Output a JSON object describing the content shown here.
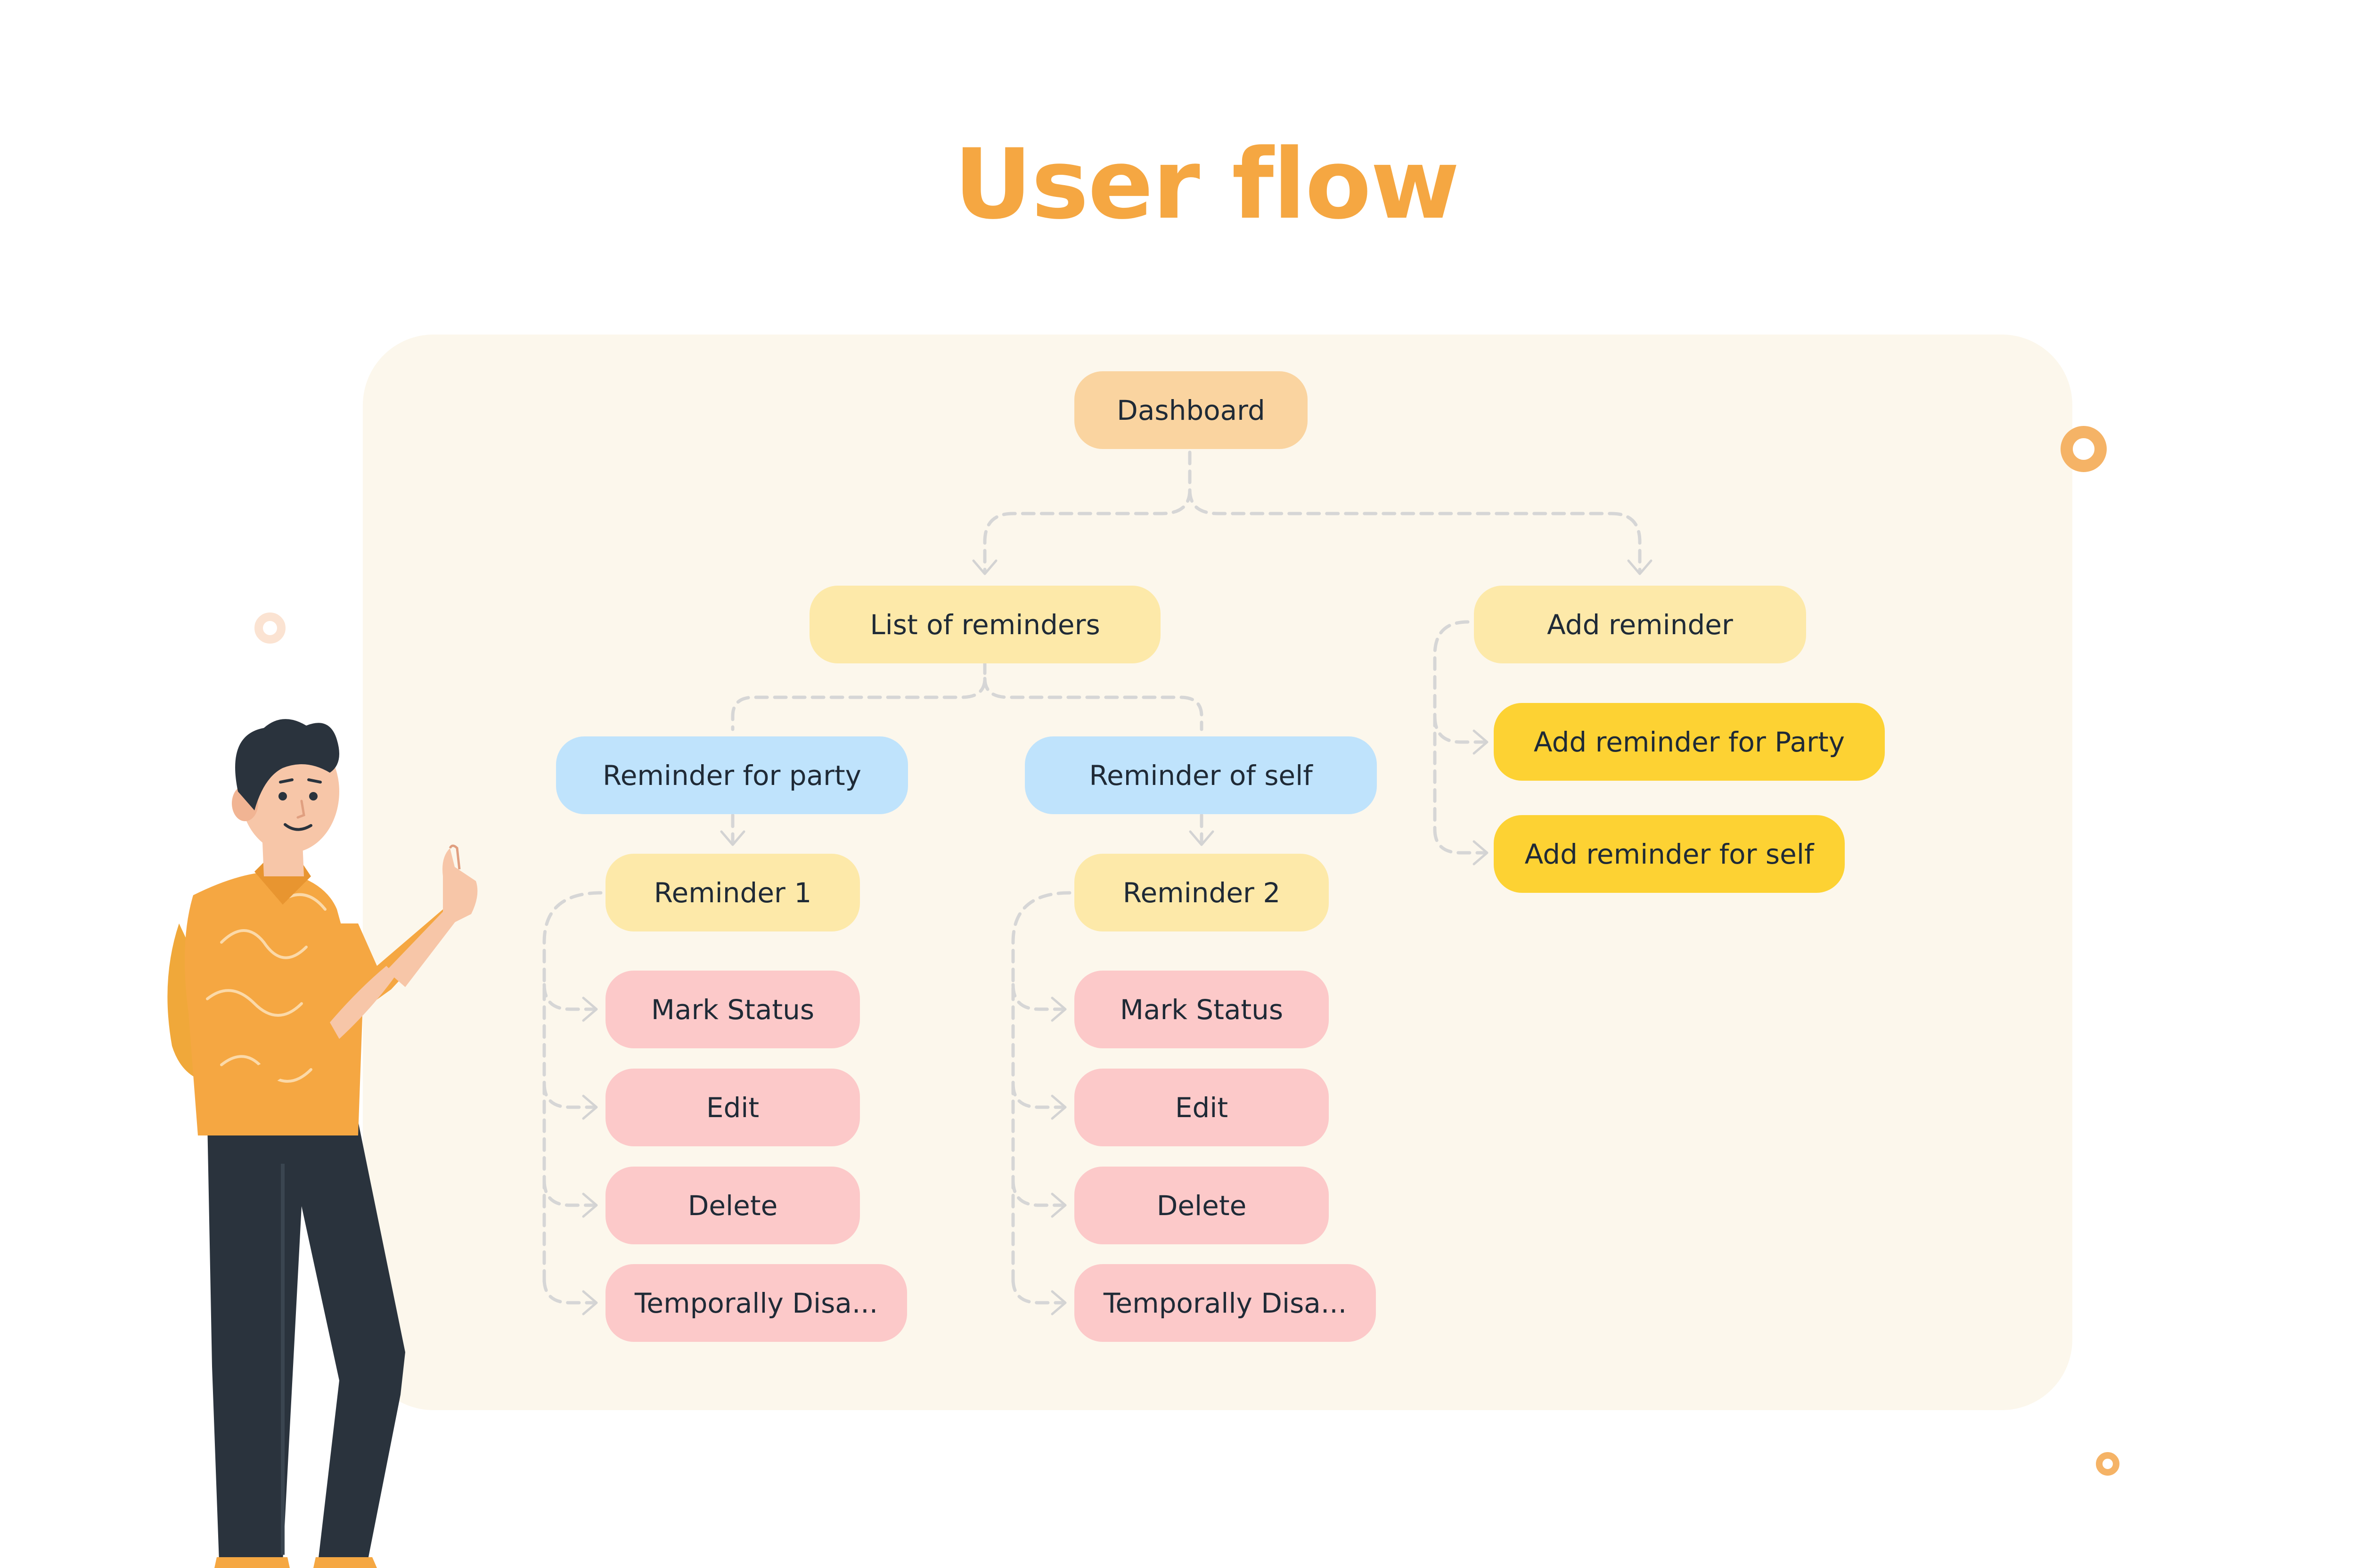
{
  "title": "User flow",
  "colors": {
    "title": "#F5A742",
    "panel_bg": "#FCF7EC",
    "root_node": "#FAD4A0",
    "level_node": "#FDE9A9",
    "reminder_type_node": "#BFE3FC",
    "action_node": "#FCC9C9",
    "add_option_node": "#FDD233",
    "connector": "#D6D6D6",
    "decor_ring": "#F5B366"
  },
  "nodes": {
    "dashboard": "Dashboard",
    "list_of_reminders": "List of reminders",
    "add_reminder": "Add reminder",
    "reminder_for_party": "Reminder for party",
    "reminder_of_self": "Reminder of self",
    "add_reminder_for_party": "Add reminder for Party",
    "add_reminder_for_self": "Add reminder for self",
    "reminder_1": "Reminder 1",
    "reminder_2": "Reminder 2",
    "actions_1": {
      "mark_status": "Mark Status",
      "edit": "Edit",
      "delete": "Delete",
      "temporally_disable": "Temporally Disa..."
    },
    "actions_2": {
      "mark_status": "Mark Status",
      "edit": "Edit",
      "delete": "Delete",
      "temporally_disable": "Temporally Disa..."
    }
  },
  "illustration": {
    "subject": "person-giving-thumbs-up"
  }
}
